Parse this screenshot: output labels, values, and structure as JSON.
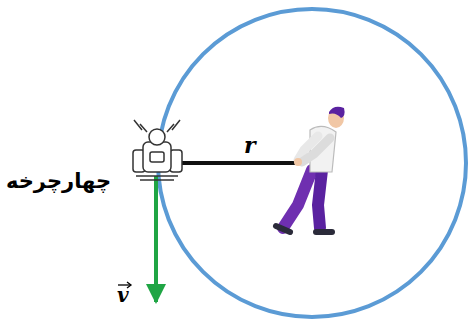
{
  "diagram": {
    "labels": [
      "چهارچرخه",
      "r",
      "v"
    ]
  }
}
